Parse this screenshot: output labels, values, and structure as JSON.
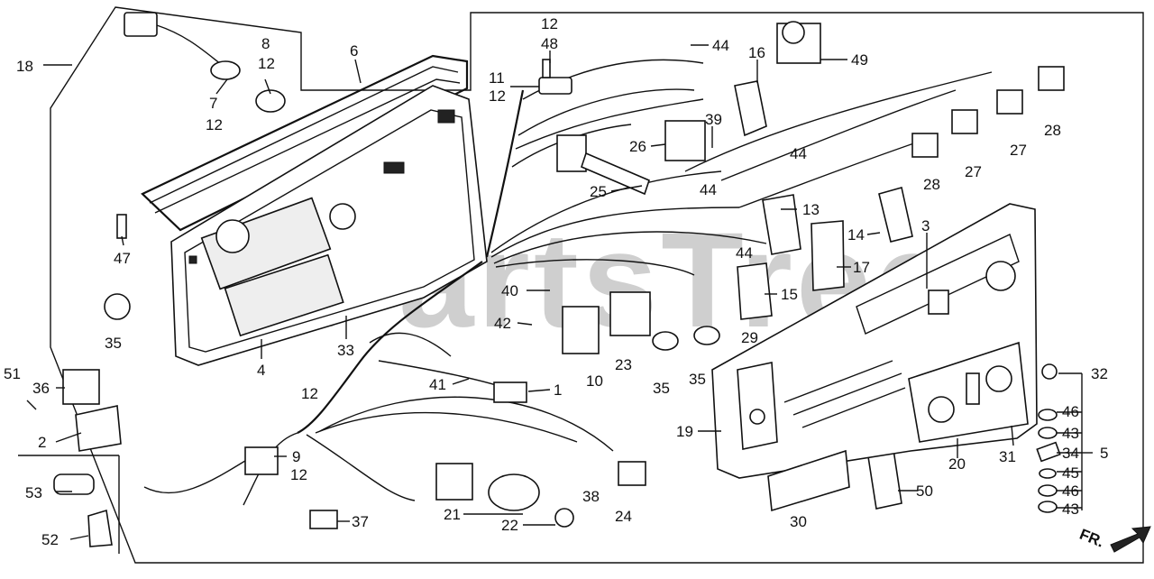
{
  "watermark": "PartsTree",
  "direction_marker": "FR.",
  "callouts": [
    {
      "id": "c18a",
      "text": "18"
    },
    {
      "id": "c6",
      "text": "6"
    },
    {
      "id": "c8",
      "text": "8"
    },
    {
      "id": "c12a",
      "text": "12"
    },
    {
      "id": "c7",
      "text": "7"
    },
    {
      "id": "c12b",
      "text": "12"
    },
    {
      "id": "c47",
      "text": "47"
    },
    {
      "id": "c35a",
      "text": "35"
    },
    {
      "id": "c4",
      "text": "4"
    },
    {
      "id": "c33",
      "text": "33"
    },
    {
      "id": "c12c",
      "text": "12"
    },
    {
      "id": "c48",
      "text": "48"
    },
    {
      "id": "c11",
      "text": "11"
    },
    {
      "id": "c12d",
      "text": "12"
    },
    {
      "id": "c44a",
      "text": "44"
    },
    {
      "id": "c16",
      "text": "16"
    },
    {
      "id": "c49",
      "text": "49"
    },
    {
      "id": "c39",
      "text": "39"
    },
    {
      "id": "c26",
      "text": "26"
    },
    {
      "id": "c25",
      "text": "25"
    },
    {
      "id": "c44b",
      "text": "44"
    },
    {
      "id": "c44c",
      "text": "44"
    },
    {
      "id": "c13",
      "text": "13"
    },
    {
      "id": "c14",
      "text": "14"
    },
    {
      "id": "c3",
      "text": "3"
    },
    {
      "id": "c28a",
      "text": "28"
    },
    {
      "id": "c27a",
      "text": "27"
    },
    {
      "id": "c27b",
      "text": "27"
    },
    {
      "id": "c28b",
      "text": "28"
    },
    {
      "id": "c44d",
      "text": "44"
    },
    {
      "id": "c17",
      "text": "17"
    },
    {
      "id": "c15",
      "text": "15"
    },
    {
      "id": "c40",
      "text": "40"
    },
    {
      "id": "c42",
      "text": "42"
    },
    {
      "id": "c10",
      "text": "10"
    },
    {
      "id": "c23",
      "text": "23"
    },
    {
      "id": "c35b",
      "text": "35"
    },
    {
      "id": "c35c",
      "text": "35"
    },
    {
      "id": "c29",
      "text": "29"
    },
    {
      "id": "c41",
      "text": "41"
    },
    {
      "id": "c1",
      "text": "1"
    },
    {
      "id": "c51",
      "text": "51"
    },
    {
      "id": "c36",
      "text": "36"
    },
    {
      "id": "c2",
      "text": "2"
    },
    {
      "id": "c12e",
      "text": "12"
    },
    {
      "id": "c9",
      "text": "9"
    },
    {
      "id": "c12f",
      "text": "12"
    },
    {
      "id": "c53",
      "text": "53"
    },
    {
      "id": "c52",
      "text": "52"
    },
    {
      "id": "c37",
      "text": "37"
    },
    {
      "id": "c21",
      "text": "21"
    },
    {
      "id": "c22",
      "text": "22"
    },
    {
      "id": "c38",
      "text": "38"
    },
    {
      "id": "c24",
      "text": "24"
    },
    {
      "id": "c19",
      "text": "19"
    },
    {
      "id": "c20",
      "text": "20"
    },
    {
      "id": "c31",
      "text": "31"
    },
    {
      "id": "c30",
      "text": "30"
    },
    {
      "id": "c50",
      "text": "50"
    },
    {
      "id": "c32",
      "text": "32"
    },
    {
      "id": "c46a",
      "text": "46"
    },
    {
      "id": "c43a",
      "text": "43"
    },
    {
      "id": "c34",
      "text": "34"
    },
    {
      "id": "c5",
      "text": "5"
    },
    {
      "id": "c45",
      "text": "45"
    },
    {
      "id": "c46b",
      "text": "46"
    },
    {
      "id": "c43b",
      "text": "43"
    }
  ]
}
